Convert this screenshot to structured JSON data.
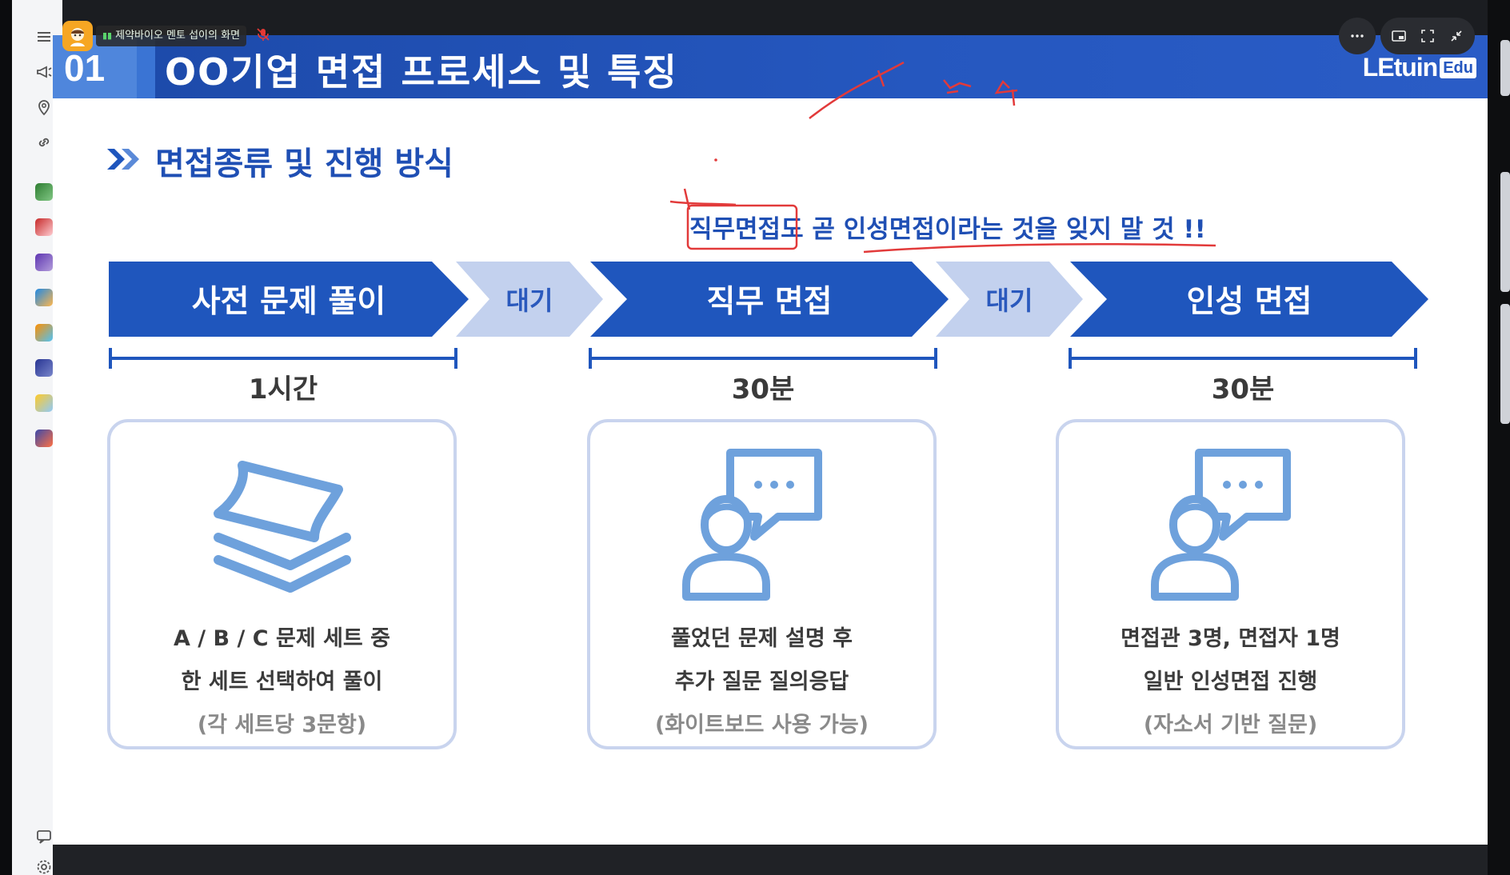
{
  "sharer": {
    "label": "제약바이오 멘토 섭이의 화면"
  },
  "icons": {
    "sidebar": [
      "menu-icon",
      "megaphone-icon",
      "location-pin-icon",
      "link-icon",
      "app-icon",
      "app-icon",
      "app-icon",
      "app-icon",
      "app-icon",
      "app-icon",
      "app-icon",
      "gift-icon",
      "chat-icon",
      "settings-icon"
    ],
    "controls": [
      "more-icon",
      "picture-in-picture-icon",
      "fullscreen-icon",
      "shrink-icon"
    ]
  },
  "colors": {
    "primary": "#1f56bd",
    "wait": "#c3d1ee",
    "card_border": "#c9d4ee",
    "annotation": "#e23a3a"
  },
  "slide": {
    "number": "01",
    "title": "OO기업 면접 프로세스 및 특징",
    "brand_main": "LEtuin",
    "brand_sub": "Edu",
    "section_title": "면접종류 및 진행 방식",
    "note": "직무면접도 곧 인성면접이라는 것을 잊지 말 것 !!",
    "steps": [
      {
        "label": "사전 문제 풀이",
        "duration": "1시간"
      },
      {
        "label": "대기"
      },
      {
        "label": "직무 면접",
        "duration": "30분"
      },
      {
        "label": "대기"
      },
      {
        "label": "인성 면접",
        "duration": "30분"
      }
    ],
    "cards": [
      {
        "icon": "paper-stack-icon",
        "line1": "A / B / C 문제 세트 중",
        "line2": "한 세트 선택하여 풀이",
        "line3": "(각 세트당 3문항)"
      },
      {
        "icon": "person-speech-icon",
        "line1": "풀었던 문제 설명 후",
        "line2": "추가 질문 질의응답",
        "line3": "(화이트보드 사용 가능)"
      },
      {
        "icon": "person-speech-icon",
        "line1": "면접관 3명, 면접자 1명",
        "line2": "일반 인성면접 진행",
        "line3": "(자소서 기반 질문)"
      }
    ]
  }
}
